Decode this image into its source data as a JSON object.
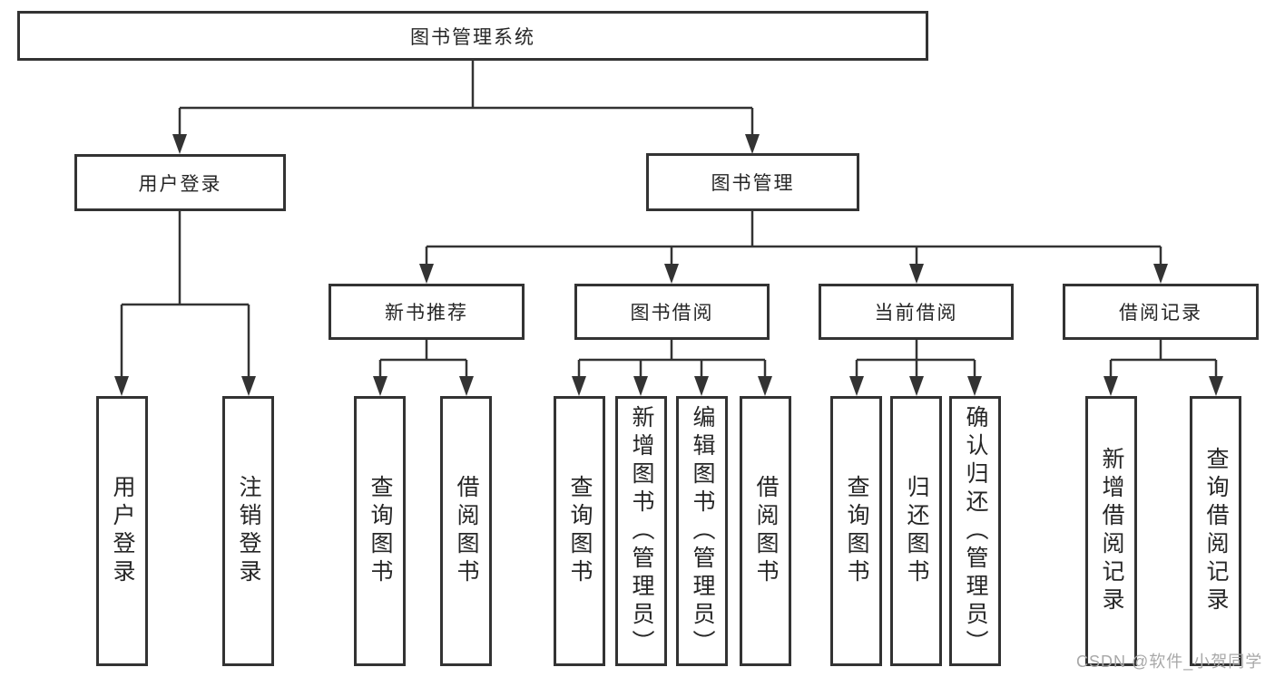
{
  "diagram": {
    "root": {
      "label": "图书管理系统"
    },
    "level2": [
      {
        "label": "用户登录"
      },
      {
        "label": "图书管理"
      }
    ],
    "level3": [
      {
        "label": "新书推荐"
      },
      {
        "label": "图书借阅"
      },
      {
        "label": "当前借阅"
      },
      {
        "label": "借阅记录"
      }
    ],
    "leaves": {
      "user_login": [
        {
          "label": "用户登录"
        },
        {
          "label": "注销登录"
        }
      ],
      "new_book": [
        {
          "label": "查询图书"
        },
        {
          "label": "借阅图书"
        }
      ],
      "book_borrow": [
        {
          "label": "查询图书"
        },
        {
          "label": "新增图书（管理员）"
        },
        {
          "label": "编辑图书（管理员）"
        },
        {
          "label": "借阅图书"
        }
      ],
      "current_borrow": [
        {
          "label": "查询图书"
        },
        {
          "label": "归还图书"
        },
        {
          "label": "确认归还（管理员）"
        }
      ],
      "borrow_record": [
        {
          "label": "新增借阅记录"
        },
        {
          "label": "查询借阅记录"
        }
      ]
    },
    "watermark": "CSDN @软件_小贺同学",
    "colors": {
      "line": "#333333",
      "text": "#262626",
      "watermark": "#a8a8a8",
      "background": "#ffffff"
    }
  }
}
